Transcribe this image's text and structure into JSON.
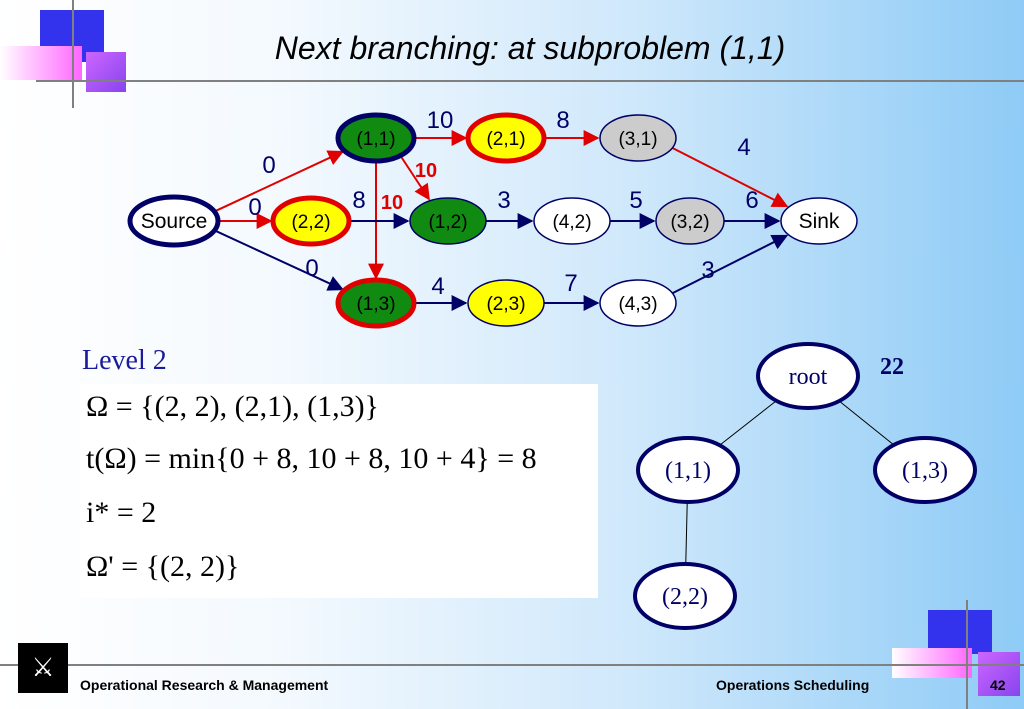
{
  "title": "Next branching: at subproblem (1,1)",
  "colors": {
    "green": "#118a11",
    "yellow": "#ffff00",
    "gray": "#cccccc",
    "white": "#ffffff",
    "red_border": "#e00000",
    "navy": "#000066",
    "red_edge": "#e00000",
    "blue_edge": "#000066"
  },
  "network": {
    "nodes": [
      {
        "id": "source",
        "label": "Source",
        "fill": "white",
        "border": "navy",
        "thick": true
      },
      {
        "id": "n11",
        "label": "(1,1)",
        "fill": "green",
        "border": "navy",
        "thick": true
      },
      {
        "id": "n22",
        "label": "(2,2)",
        "fill": "yellow",
        "border": "red",
        "thick": true
      },
      {
        "id": "n13",
        "label": "(1,3)",
        "fill": "green",
        "border": "red",
        "thick": true
      },
      {
        "id": "n21",
        "label": "(2,1)",
        "fill": "yellow",
        "border": "red",
        "thick": true
      },
      {
        "id": "n12",
        "label": "(1,2)",
        "fill": "green",
        "border": "navy",
        "thick": false
      },
      {
        "id": "n23",
        "label": "(2,3)",
        "fill": "yellow",
        "border": "navy",
        "thick": false
      },
      {
        "id": "n31",
        "label": "(3,1)",
        "fill": "gray",
        "border": "navy",
        "thick": false
      },
      {
        "id": "n42",
        "label": "(4,2)",
        "fill": "white",
        "border": "navy",
        "thick": false
      },
      {
        "id": "n43",
        "label": "(4,3)",
        "fill": "white",
        "border": "navy",
        "thick": false
      },
      {
        "id": "n32",
        "label": "(3,2)",
        "fill": "gray",
        "border": "navy",
        "thick": false
      },
      {
        "id": "sink",
        "label": "Sink",
        "fill": "white",
        "border": "navy",
        "thick": false
      }
    ],
    "edges": [
      {
        "from": "source",
        "to": "n11",
        "color": "red"
      },
      {
        "from": "source",
        "to": "n22",
        "color": "red"
      },
      {
        "from": "source",
        "to": "n13",
        "color": "blue"
      },
      {
        "from": "n11",
        "to": "n21",
        "color": "red"
      },
      {
        "from": "n11",
        "to": "n12",
        "color": "red"
      },
      {
        "from": "n11",
        "to": "n13",
        "color": "red"
      },
      {
        "from": "n22",
        "to": "n12",
        "color": "blue"
      },
      {
        "from": "n21",
        "to": "n31",
        "color": "red"
      },
      {
        "from": "n31",
        "to": "sink",
        "color": "red"
      },
      {
        "from": "n12",
        "to": "n42",
        "color": "blue"
      },
      {
        "from": "n42",
        "to": "n32",
        "color": "blue"
      },
      {
        "from": "n32",
        "to": "sink",
        "color": "blue"
      },
      {
        "from": "n13",
        "to": "n23",
        "color": "blue"
      },
      {
        "from": "n23",
        "to": "n43",
        "color": "blue"
      },
      {
        "from": "n43",
        "to": "sink",
        "color": "blue"
      }
    ],
    "weights": [
      {
        "text": "10",
        "color": "navy",
        "anchor": "n11-n21"
      },
      {
        "text": "8",
        "color": "navy",
        "anchor": "n21-n31"
      },
      {
        "text": "4",
        "color": "navy",
        "anchor": "n31-sink"
      },
      {
        "text": "0",
        "color": "navy",
        "anchor": "source-n11"
      },
      {
        "text": "10",
        "color": "red",
        "anchor": "n11-n12-upper"
      },
      {
        "text": "0",
        "color": "navy",
        "anchor": "source-n22"
      },
      {
        "text": "8",
        "color": "navy",
        "anchor": "n22-n12"
      },
      {
        "text": "10",
        "color": "red",
        "anchor": "n11-n13"
      },
      {
        "text": "3",
        "color": "navy",
        "anchor": "n12-n42"
      },
      {
        "text": "5",
        "color": "navy",
        "anchor": "n42-n32"
      },
      {
        "text": "6",
        "color": "navy",
        "anchor": "n32-sink"
      },
      {
        "text": "0",
        "color": "navy",
        "anchor": "source-n13"
      },
      {
        "text": "3",
        "color": "navy",
        "anchor": "n43-sink"
      },
      {
        "text": "4",
        "color": "navy",
        "anchor": "n13-n23"
      },
      {
        "text": "7",
        "color": "navy",
        "anchor": "n23-n43"
      }
    ]
  },
  "level_label": "Level 2",
  "formulas": {
    "omega": "Ω = {(2, 2), (2,1), (1,3)}",
    "t_omega": "t(Ω) = min{0 + 8,  10 + 8,  10 + 4} = 8",
    "i_star": "i* = 2",
    "omega_prime": "Ω' = {(2, 2)}"
  },
  "tree": {
    "bound": "22",
    "nodes": [
      {
        "id": "root",
        "label": "root"
      },
      {
        "id": "t11",
        "label": "(1,1)"
      },
      {
        "id": "t13",
        "label": "(1,3)"
      },
      {
        "id": "t22",
        "label": "(2,2)"
      }
    ],
    "edges": [
      [
        "root",
        "t11"
      ],
      [
        "root",
        "t13"
      ],
      [
        "t11",
        "t22"
      ]
    ]
  },
  "footer": {
    "left": "Operational Research & Management",
    "right": "Operations Scheduling",
    "page": "42"
  }
}
